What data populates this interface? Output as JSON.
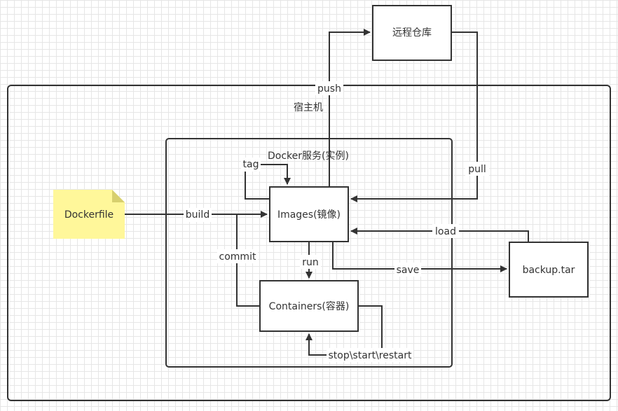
{
  "nodes": {
    "remote_repo": "远程仓库",
    "host": "宿主机",
    "docker_service": "Docker服务(实例)",
    "dockerfile": "Dockerfile",
    "images": "Images(镜像)",
    "containers": "Containers(容器)",
    "backup": "backup.tar"
  },
  "edges": {
    "push": "push",
    "pull": "pull",
    "tag": "tag",
    "build": "build",
    "commit": "commit",
    "run": "run",
    "load": "load",
    "save": "save",
    "stop_start_restart": "stop\\start\\restart"
  },
  "colors": {
    "stroke": "#333333",
    "note_fill": "#FFF79A",
    "note_fold": "#D7CF6E",
    "grid": "#E6E6E6"
  }
}
